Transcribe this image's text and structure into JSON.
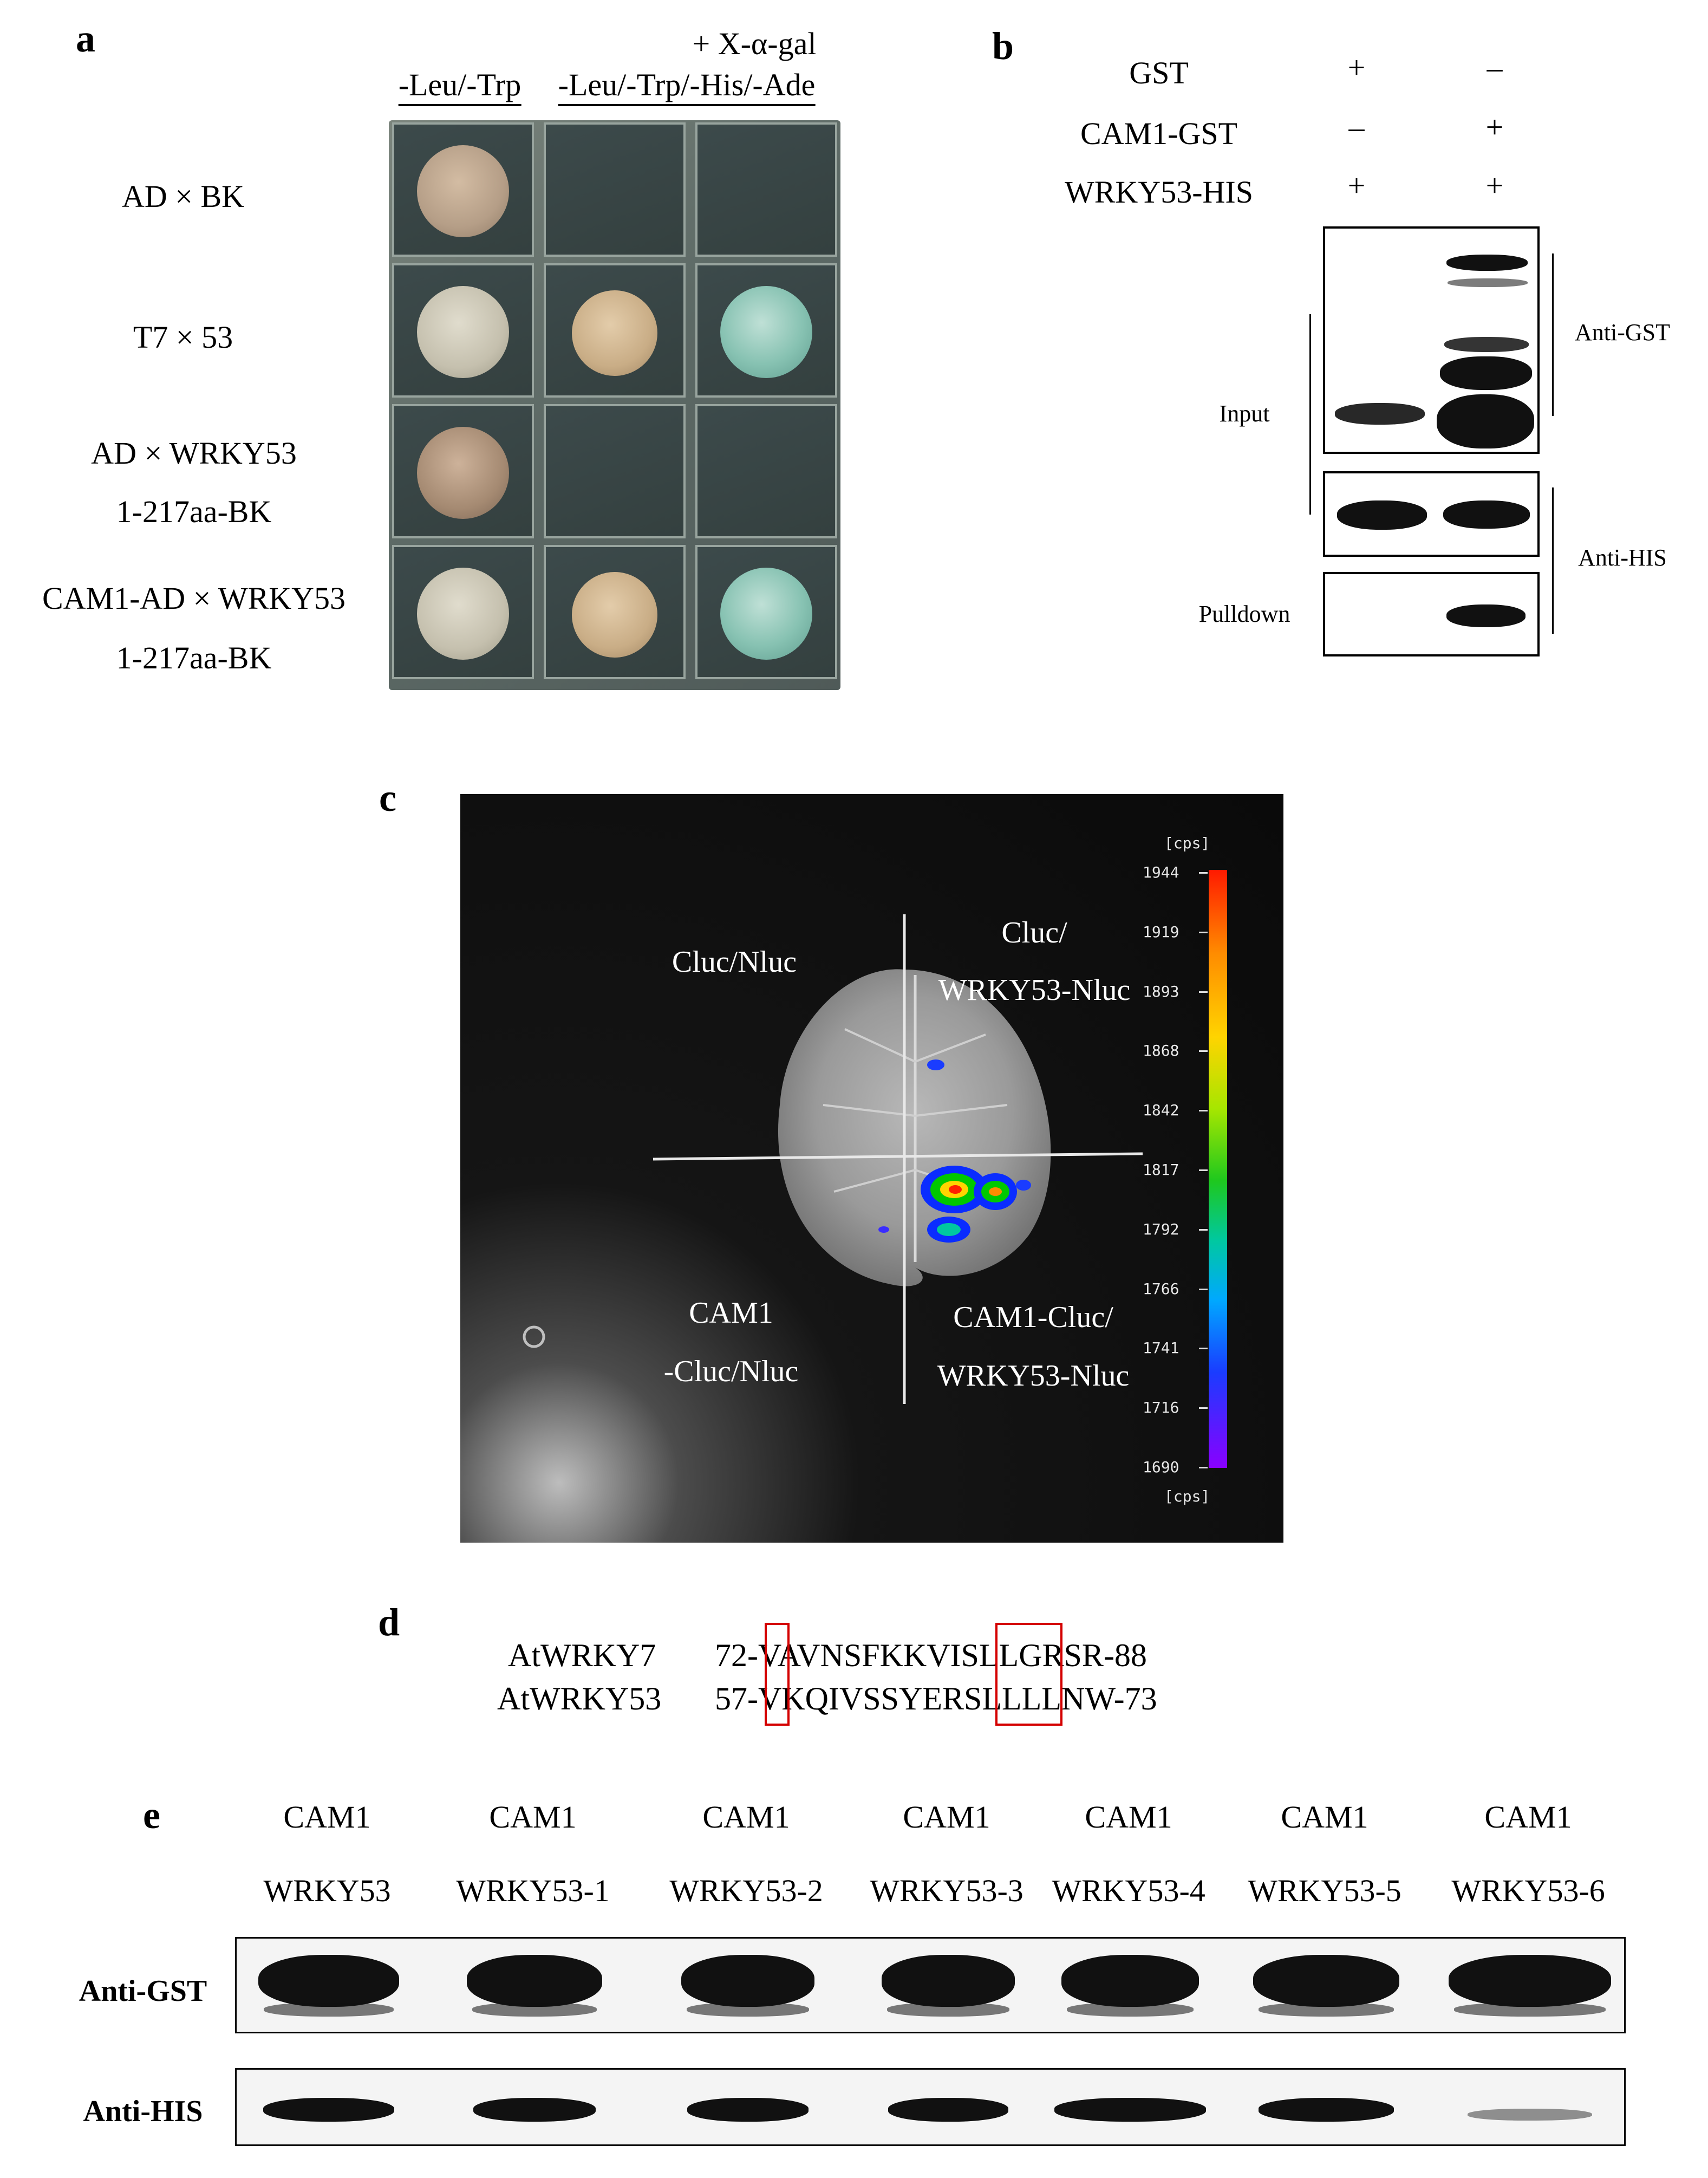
{
  "panel_labels": {
    "a": "a",
    "b": "b",
    "c": "c",
    "d": "d",
    "e": "e"
  },
  "panel_a": {
    "header_top": "+ X-α-gal",
    "col1": "-Leu/-Trp",
    "col2": "-Leu/-Trp/-His/-Ade",
    "rows": [
      {
        "line1": "AD × BK",
        "line2": ""
      },
      {
        "line1": "T7 × 53",
        "line2": ""
      },
      {
        "line1": "AD × WRKY53",
        "line2": "1-217aa-BK"
      },
      {
        "line1": "CAM1-AD × WRKY53",
        "line2": "1-217aa-BK"
      }
    ]
  },
  "panel_b": {
    "rows": [
      {
        "name": "GST",
        "lane1": "+",
        "lane2": "–"
      },
      {
        "name": "CAM1-GST",
        "lane1": "–",
        "lane2": "+"
      },
      {
        "name": "WRKY53-HIS",
        "lane1": "+",
        "lane2": "+"
      }
    ],
    "input": "Input",
    "pulldown": "Pulldown",
    "anti_gst": "Anti-GST",
    "anti_his": "Anti-HIS"
  },
  "panel_c": {
    "q_top_left": "Cluc/Nluc",
    "q_top_right_1": "Cluc/",
    "q_top_right_2": "WRKY53-Nluc",
    "q_bottom_left_1": "CAM1",
    "q_bottom_left_2": "-Cluc/Nluc",
    "q_bottom_right_1": "CAM1-Cluc/",
    "q_bottom_right_2": "WRKY53-Nluc",
    "unit_top": "[cps]",
    "unit_bottom": "[cps]",
    "scale_ticks": [
      "1944",
      "1919",
      "1893",
      "1868",
      "1842",
      "1817",
      "1792",
      "1766",
      "1741",
      "1716",
      "1690"
    ]
  },
  "panel_d": {
    "seq1_name": "AtWRKY7",
    "seq1": "72-VAVNSFKKVISLLGRSR-88",
    "seq2_name": "AtWRKY53",
    "seq2": "57-VKQIVSSYERSLLLLNW-73"
  },
  "panel_e": {
    "lanes": [
      {
        "top": "CAM1",
        "bottom": "WRKY53"
      },
      {
        "top": "CAM1",
        "bottom": "WRKY53-1"
      },
      {
        "top": "CAM1",
        "bottom": "WRKY53-2"
      },
      {
        "top": "CAM1",
        "bottom": "WRKY53-3"
      },
      {
        "top": "CAM1",
        "bottom": "WRKY53-4"
      },
      {
        "top": "CAM1",
        "bottom": "WRKY53-5"
      },
      {
        "top": "CAM1",
        "bottom": "WRKY53-6"
      }
    ],
    "anti_gst": "Anti-GST",
    "anti_his": "Anti-HIS"
  }
}
